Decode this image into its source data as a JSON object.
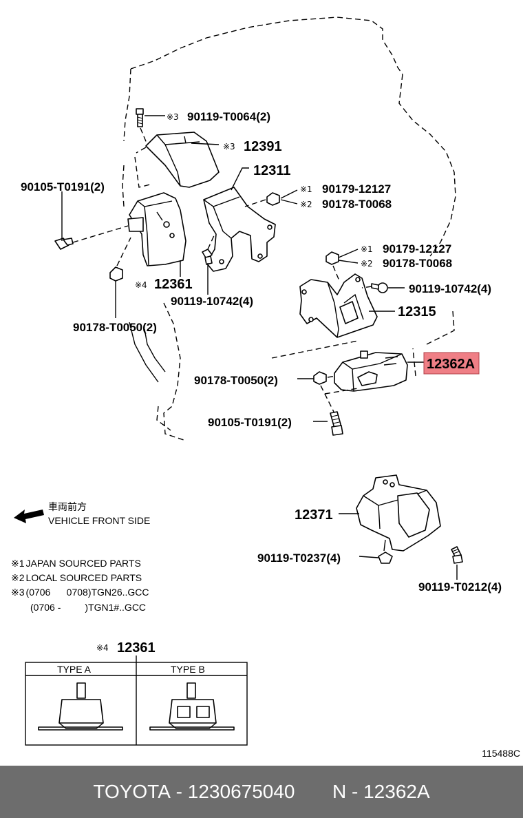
{
  "callouts": {
    "c_90119_T0064": {
      "mark": "※3",
      "text": "90119-T0064(2)"
    },
    "c_12391": {
      "mark": "※3",
      "text": "12391"
    },
    "c_12311": {
      "text": "12311"
    },
    "c_90105_T0191_a": {
      "text": "90105-T0191(2)"
    },
    "c_90179_12127_a": {
      "mark": "※1",
      "text": "90179-12127"
    },
    "c_90178_T0068_a": {
      "mark": "※2",
      "text": "90178-T0068"
    },
    "c_12361": {
      "mark": "※4",
      "text": "12361"
    },
    "c_90119_10742_a": {
      "text": "90119-10742(4)"
    },
    "c_90178_T0050_a": {
      "text": "90178-T0050(2)"
    },
    "c_90179_12127_b": {
      "mark": "※1",
      "text": "90179-12127"
    },
    "c_90178_T0068_b": {
      "mark": "※2",
      "text": "90178-T0068"
    },
    "c_90119_10742_b": {
      "text": "90119-10742(4)"
    },
    "c_12315": {
      "text": "12315"
    },
    "c_12362A": {
      "text": "12362A"
    },
    "c_90178_T0050_b": {
      "text": "90178-T0050(2)"
    },
    "c_90105_T0191_b": {
      "text": "90105-T0191(2)"
    },
    "c_12371": {
      "text": "12371"
    },
    "c_90119_T0237": {
      "text": "90119-T0237(4)"
    },
    "c_90119_T0212": {
      "text": "90119-T0212(4)"
    }
  },
  "direction": {
    "jp": "車両前方",
    "en": "VEHICLE FRONT SIDE"
  },
  "notes": {
    "n1": {
      "mark": "※1",
      "text": "JAPAN SOURCED PARTS"
    },
    "n2": {
      "mark": "※2",
      "text": "LOCAL SOURCED PARTS"
    },
    "n3": {
      "mark": "※3",
      "text": "(0706      0708)TGN26..GCC"
    },
    "n4": {
      "text": "(0706 -         )TGN1#..GCC"
    }
  },
  "type_table": {
    "mark": "※4",
    "part": "12361",
    "type_a": "TYPE  A",
    "type_b": "TYPE  B"
  },
  "highlight_color": "#ef7f86",
  "ref_code": "115488C",
  "footer": {
    "brand": "TOYOTA",
    "part_number": "1230675040",
    "prefix": "N",
    "ref": "12362A"
  }
}
